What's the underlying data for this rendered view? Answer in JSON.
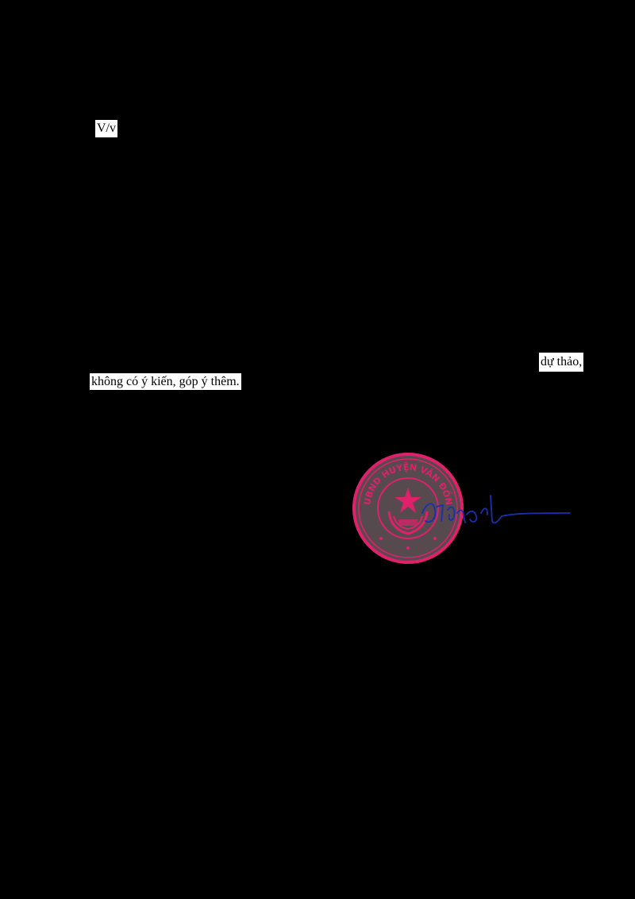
{
  "document": {
    "subject_prefix": "V/v",
    "body_line1_tail": "dự thảo,",
    "body_line2": "không có ý kiến, góp ý thêm."
  },
  "seal": {
    "icon": "state-emblem-seal",
    "color": "#e0206a",
    "text": "UBND HUYỆN VÂN ĐỒN"
  },
  "signature": {
    "icon": "handwritten-signature",
    "color": "#1a2fb0"
  }
}
